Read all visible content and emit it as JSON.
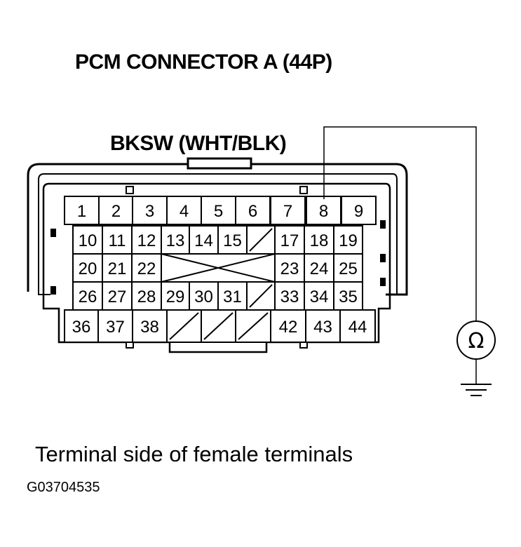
{
  "title": "PCM CONNECTOR A (44P)",
  "wire_label": "BKSW (WHT/BLK)",
  "caption": "Terminal side of female terminals",
  "figure_code": "G03704535",
  "meter": {
    "symbol": "Ω",
    "icon": "ohmmeter-icon"
  },
  "ground": {
    "icon": "ground-icon"
  },
  "connector": {
    "row1": [
      "1",
      "2",
      "3",
      "4",
      "5",
      "6",
      "7",
      "8",
      "9"
    ],
    "row2": [
      "10",
      "11",
      "12",
      "13",
      "14",
      "15",
      "",
      "17",
      "18",
      "19"
    ],
    "row3": [
      "20",
      "21",
      "22",
      "",
      "",
      "",
      "",
      "23",
      "24",
      "25"
    ],
    "row4": [
      "26",
      "27",
      "28",
      "29",
      "30",
      "31",
      "",
      "33",
      "34",
      "35"
    ],
    "row5": [
      "36",
      "37",
      "38",
      "",
      "",
      "",
      "42",
      "43",
      "44"
    ],
    "probe_terminal": "8"
  }
}
